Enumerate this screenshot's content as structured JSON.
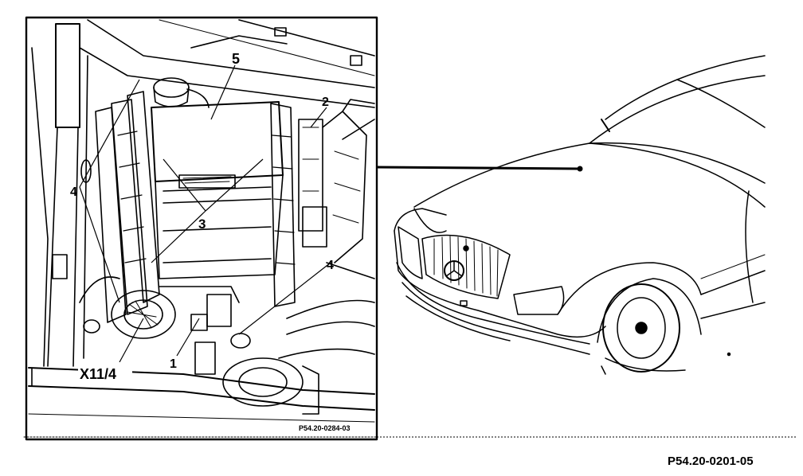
{
  "callouts": {
    "c1": "1",
    "c2": "2",
    "c3": "3",
    "c4_left": "4",
    "c4_right": "4",
    "c5": "5",
    "connector": "X11/4"
  },
  "inset_code": "P54.20-0284-03",
  "figure_code": "P54.20-0201-05"
}
